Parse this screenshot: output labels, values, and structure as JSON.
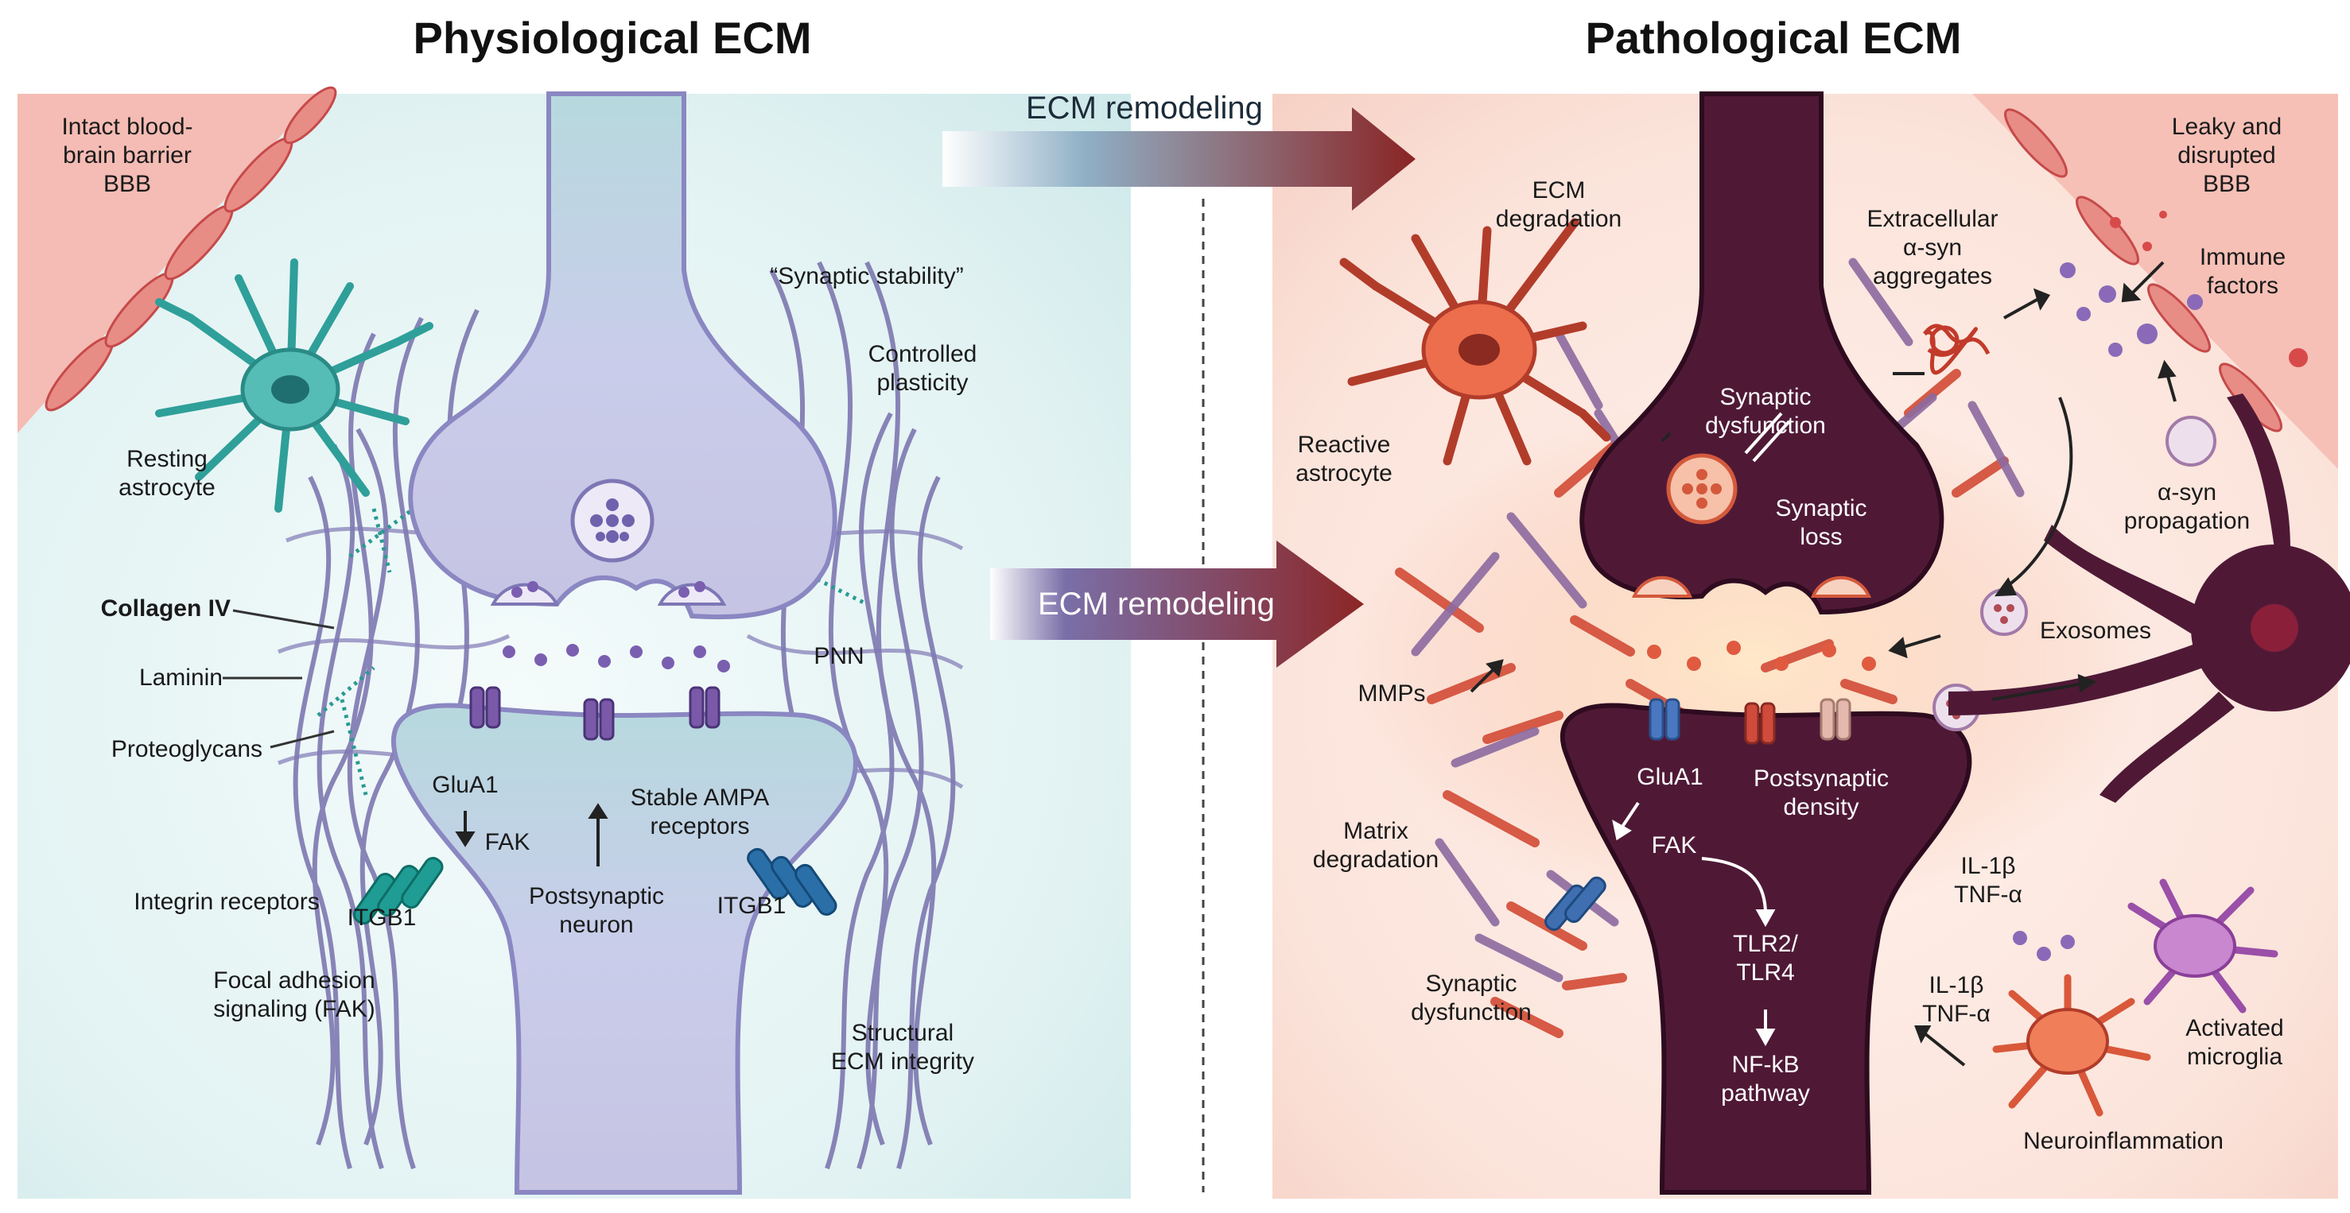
{
  "titles": {
    "left": "Physiological ECM",
    "right": "Pathological ECM"
  },
  "center": {
    "remodeling_top": "ECM remodeling",
    "remodeling_bottom": "ECM remodeling"
  },
  "left_panel": {
    "bbb": "Intact blood-\nbrain barrier\nBBB",
    "resting_astrocyte": "Resting\nastrocyte",
    "synaptic_stability": "“Synaptic stability”",
    "controlled_plasticity": "Controlled\nplasticity",
    "collagen": "Collagen IV",
    "laminin": "Laminin",
    "proteoglycans": "Proteoglycans",
    "pnn": "PNN",
    "glua1": "GluA1",
    "fak": "FAK",
    "stable_ampa": "Stable AMPA\nreceptors",
    "postsynaptic_neuron": "Postsynaptic\nneuron",
    "integrin_receptors": "Integrin receptors",
    "itgb1_left": "ITGB1",
    "itgb1_right": "ITGB1",
    "focal_adhesion": "Focal adhesion\nsignaling (FAK)",
    "structural_integrity": "Structural\nECM integrity"
  },
  "right_panel": {
    "ecm_degradation": "ECM\ndegradation",
    "reactive_astrocyte": "Reactive\nastrocyte",
    "synaptic_dysfunction_center": "Synaptic\ndysfunction",
    "synaptic_loss": "Synaptic\nloss",
    "extracellular_asyn": "Extracellular\nα-syn\naggregates",
    "leaky_bbb": "Leaky and\ndisrupted\nBBB",
    "immune_factors": "Immune\nfactors",
    "asyn_propagation": "α-syn\npropagation",
    "exosomes": "Exosomes",
    "mmps": "MMPs",
    "glua1": "GluA1",
    "postsynaptic_density": "Postsynaptic\ndensity",
    "matrix_degradation": "Matrix\ndegradation",
    "fak": "FAK",
    "tlr": "TLR2/\nTLR4",
    "nfkb": "NF-kB\npathway",
    "synaptic_dysfunction_lower": "Synaptic\ndysfunction",
    "cytokines_top": "IL-1β\nTNF-α",
    "cytokines_bottom": "IL-1β\nTNF-α",
    "activated_microglia": "Activated\nmicroglia",
    "neuroinflammation": "Neuroinflammation"
  },
  "colors": {
    "left_bg": "#e3f2f2",
    "right_bg": "#fbe4dc",
    "vessel": "#f3b7b0",
    "neuron_left": "#c4c8e8",
    "neuron_right": "#4d1733",
    "ecm_fiber_left": "#6e67a6",
    "ecm_fiber_right": "#d9563f",
    "astrocyte_left": "#34a8a3",
    "astrocyte_right": "#c84a2c",
    "arrow_dark": "#8a2222"
  }
}
